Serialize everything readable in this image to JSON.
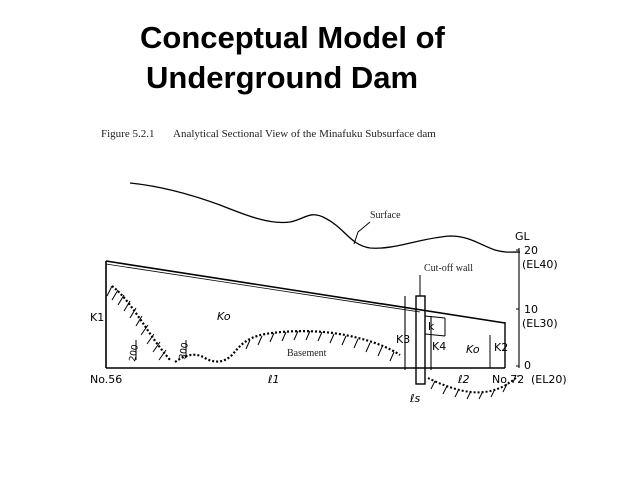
{
  "title": {
    "line1": "Conceptual Model of",
    "line2": "Underground Dam"
  },
  "figure": {
    "number": "Figure 5.2.1",
    "caption": "Analytical Sectional View of the Minafuku Subsurface dam"
  },
  "labels": {
    "surface": "Surface",
    "cutoff_wall": "Cut-off wall",
    "basement": "Basement",
    "k0_left": "Ko",
    "k0_right": "Ko",
    "k1": "K1",
    "k2": "K2",
    "k3": "K3",
    "k4": "K4",
    "k": "k",
    "l1": "ℓ1",
    "l2": "ℓ2",
    "ls": "ℓs",
    "no56": "No.56",
    "no72": "No.72",
    "el20": "(EL20)",
    "gl": "GL",
    "scale_20": "20",
    "scale_el40": "(EL40)",
    "scale_10": "10",
    "scale_el30": "(EL30)",
    "scale_0": "0",
    "contour_200": "200",
    "contour_300": "300"
  },
  "colors": {
    "ink": "#000000",
    "text": "#222222"
  }
}
